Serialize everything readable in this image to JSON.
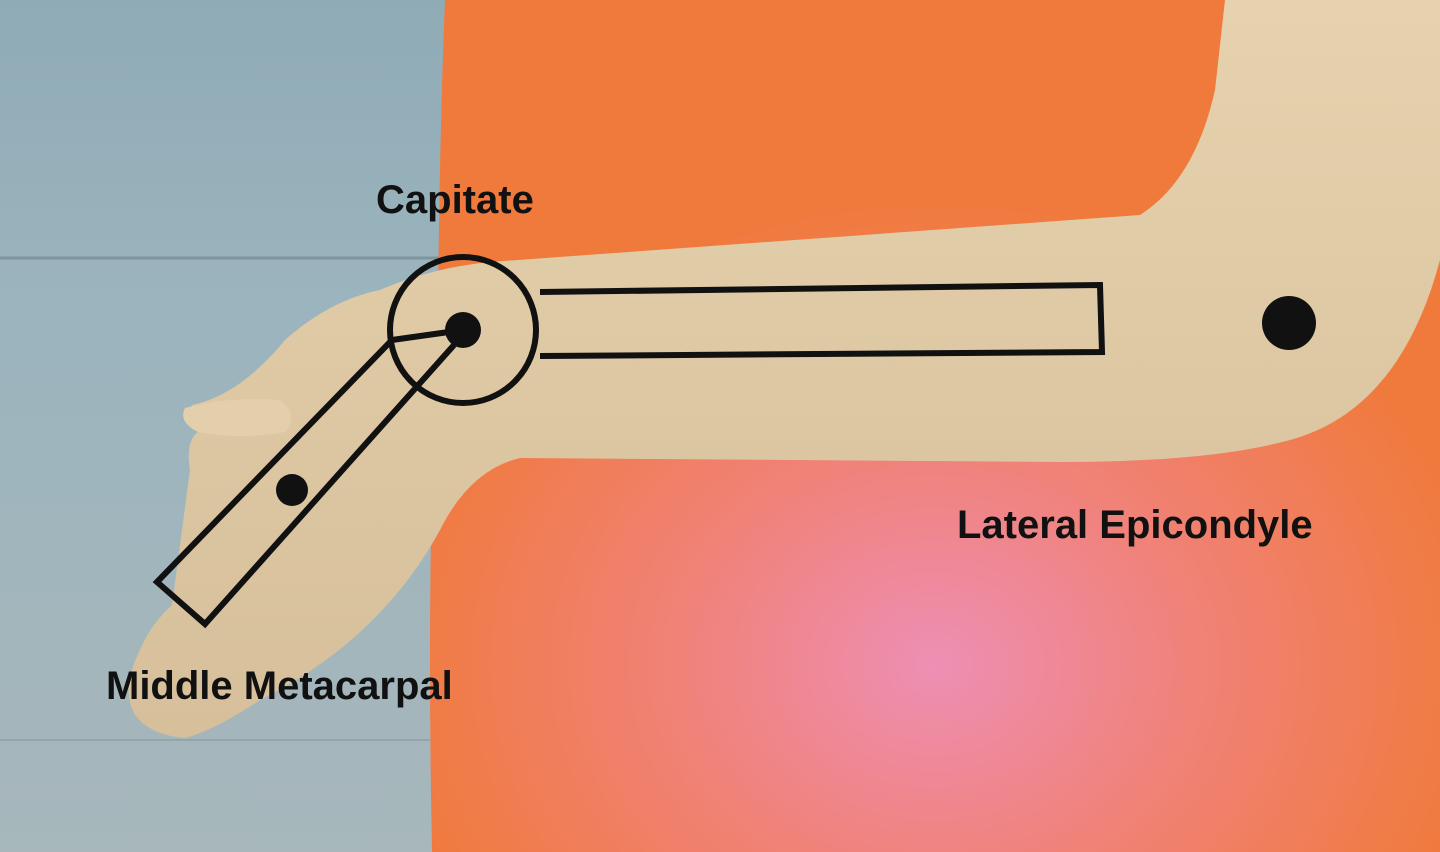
{
  "labels": {
    "capitate": "Capitate",
    "lateral_epicondyle": "Lateral Epicondyle",
    "middle_metacarpal": "Middle Metacarpal"
  },
  "colors": {
    "floor_tile": "#9fb3ba",
    "mat_orange": "#f07a3c",
    "mat_glow": "#ee86a8",
    "skin": "#e0cba8",
    "marker": "#111111"
  }
}
